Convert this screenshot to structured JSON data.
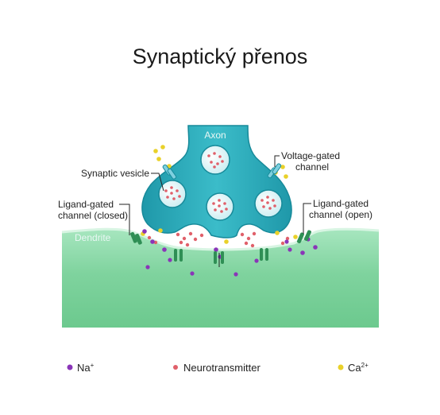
{
  "title": "Synaptický přenos",
  "labels": {
    "axon": "Axon",
    "dendrite": "Dendrite",
    "synaptic_vesicle": "Synaptic vesicle",
    "voltage_gated_line1": "Voltage-gated",
    "voltage_gated_line2": "channel",
    "ligand_closed_line1": "Ligand-gated",
    "ligand_closed_line2": "channel (closed)",
    "ligand_open_line1": "Ligand-gated",
    "ligand_open_line2": "channel (open)"
  },
  "legend": [
    {
      "label": "Na",
      "superscript": "+",
      "color": "#8a35b8"
    },
    {
      "label": "Neurotransmitter",
      "superscript": "",
      "color": "#e0606a"
    },
    {
      "label": "Ca",
      "superscript": "2+",
      "color": "#e9d12a"
    }
  ],
  "colors": {
    "axon": "#2aa7b6",
    "axon_dark": "#178a9a",
    "dendrite": "#7fd6a0",
    "dendrite_light": "#c9f0d6",
    "channel": "#2f8f55",
    "vesicle": "#e7f6f8"
  }
}
